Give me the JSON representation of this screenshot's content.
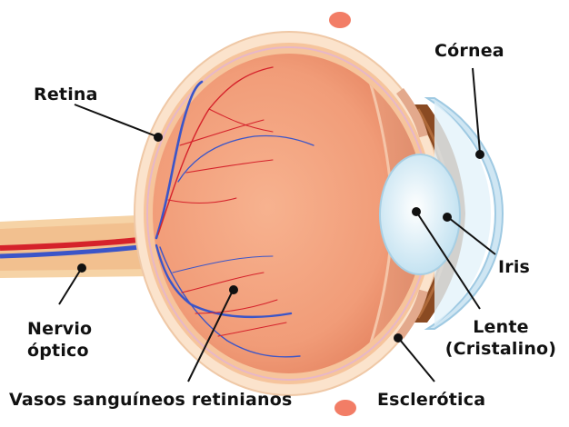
{
  "labels": {
    "retina": "Retina",
    "cornea": "Córnea",
    "iris": "Iris",
    "lens_line1": "Lente",
    "lens_line2": "(Cristalino)",
    "nerve_line1": "Nervio",
    "nerve_line2": "óptico",
    "vessels": "Vasos sanguíneos retinianos",
    "sclera": "Esclerótica"
  },
  "colors": {
    "eyeball": "#f3a27e",
    "sclera": "#fbe3cc",
    "retina_layer": "#f6c49c",
    "vitreous_front": "#e39572",
    "cornea": "#cfe6f3",
    "lens": "#dbeef7",
    "iris": "#8a4a22",
    "vessel_red": "#d5222b",
    "vessel_blue": "#3b55c8",
    "nerve": "#f2c08f",
    "muscle": "#f27d66",
    "leader_line": "#111111"
  }
}
